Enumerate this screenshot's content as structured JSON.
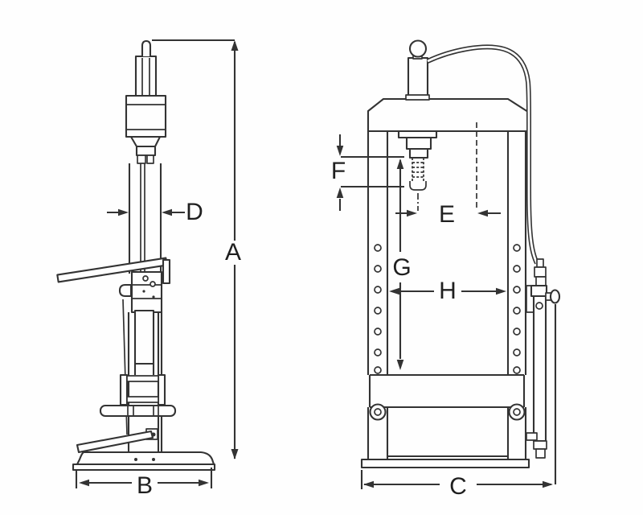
{
  "drawing": {
    "kind": "technical-dimension-diagram",
    "colors": {
      "line": "#333333",
      "label": "#1f1f1f",
      "background": "#fefefe"
    },
    "labels": {
      "A": "A",
      "B": "B",
      "C": "C",
      "D": "D",
      "E": "E",
      "F": "F",
      "G": "G",
      "H": "H"
    }
  }
}
